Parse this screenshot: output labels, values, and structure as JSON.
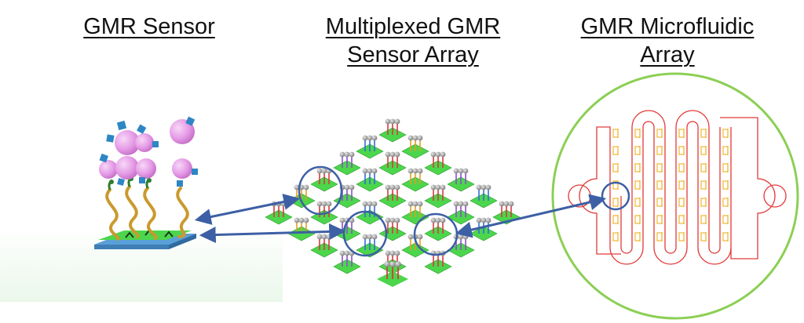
{
  "headings": {
    "sensor": [
      "GMR Sensor"
    ],
    "array": [
      "Multiplexed GMR",
      "Sensor Array"
    ],
    "microfluidic": [
      "GMR Microfluidic",
      "Array"
    ]
  },
  "colors": {
    "chip_green": "#4cd64c",
    "chip_blue": "#5aa0d8",
    "bead_pink": "#e59be6",
    "antibody_blue": "#2f86c4",
    "tether_gold": "#c99a2e",
    "dna_green": "#2f7d2f",
    "arrow_blue": "#3d5fa5",
    "circle_green": "#8ccf55",
    "channel_red": "#e23a3a",
    "sensor_orange": "#f0b020"
  },
  "icons": {
    "sensor": "gmr-sensor-illustration",
    "array": "sensor-array-illustration",
    "fluidic": "microfluidic-channel-illustration",
    "arrow": "double-headed-arrow-icon",
    "zoom": "magnifier-circle-icon"
  }
}
